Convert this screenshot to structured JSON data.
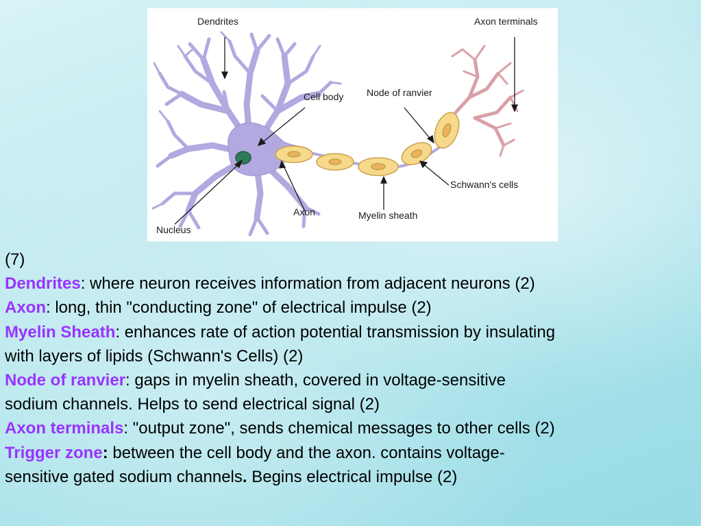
{
  "diagram": {
    "labels": {
      "dendrites": "Dendrites",
      "axon_terminals": "Axon terminals",
      "cell_body": "Cell body",
      "node_of_ranvier": "Node of ranvier",
      "schwanns_cells": "Schwann's cells",
      "axon": "Axon",
      "myelin_sheath": "Myelin sheath",
      "nucleus": "Nucleus"
    },
    "colors": {
      "neuron_body": "#b3a9e0",
      "neuron_outline": "#7d72b8",
      "myelin_fill": "#f6d98a",
      "myelin_outline": "#c9a24a",
      "schwann_nucleus": "#e8b25e",
      "nucleus": "#2f7a5a",
      "axon_terminals": "#d9a0a8"
    }
  },
  "notes": {
    "heading": "(7)",
    "dendrites_term": "Dendrites",
    "dendrites_desc": ": where neuron receives information from adjacent neurons (2)",
    "axon_term": "Axon",
    "axon_desc": ": long, thin \"conducting zone\" of electrical impulse (2)",
    "myelin_term": "Myelin Sheath",
    "myelin_desc_1": ": enhances rate of action potential transmission by insulating",
    "myelin_desc_2": "with layers of lipids (Schwann's Cells) (2)",
    "node_term": "Node of ranvier",
    "node_desc_1": ": gaps in myelin sheath, covered in voltage-sensitive",
    "node_desc_2": "sodium channels.  Helps to send electrical signal (2)",
    "terminals_term": "Axon terminals",
    "terminals_desc": ": \"output zone\", sends chemical messages to other cells (2)",
    "trigger_term": "Trigger zone",
    "trigger_colon": ":",
    "trigger_desc_1": " between the cell body and the axon. contains voltage-",
    "trigger_desc_2a": "sensitive gated sodium channels",
    "trigger_desc_2b": ".",
    "trigger_desc_2c": " Begins electrical impulse (2)"
  }
}
